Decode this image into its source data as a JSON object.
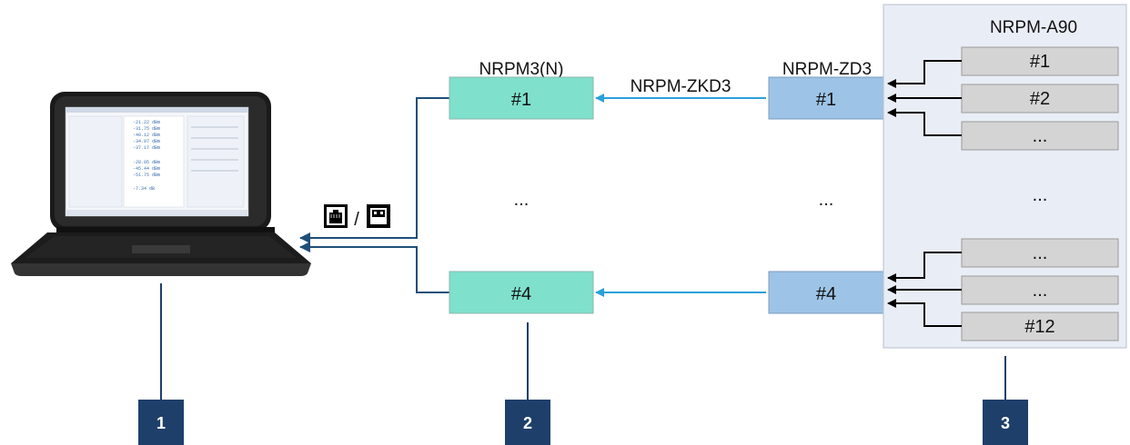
{
  "diagram": {
    "sensor_group_title": "NRPM3(N)",
    "cable_label": "NRPM-ZKD3",
    "interface_group_title": "NRPM-ZD3",
    "antenna_group_title": "NRPM-A90",
    "sensors": {
      "top": "#1",
      "ellipsis": "...",
      "bottom": "#4"
    },
    "interfaces": {
      "top": "#1",
      "ellipsis": "...",
      "bottom": "#4"
    },
    "antennas": [
      "#1",
      "#2",
      "...",
      "...",
      "...",
      "...",
      "#12"
    ],
    "connector_separator": "/",
    "badges": [
      "1",
      "2",
      "3"
    ],
    "icons": {
      "network": "ethernet-port-icon",
      "usb": "usb-port-icon",
      "computer": "laptop-icon"
    },
    "colors": {
      "sensor_fill": "#7fe0cc",
      "interface_fill": "#9dc3e6",
      "antenna_fill": "#d4d4d4",
      "panel_fill": "#e9edf6",
      "cable_blue": "#2aa0dc",
      "link_navy": "#1f4e79",
      "badge_fill": "#1f3f6b"
    }
  }
}
